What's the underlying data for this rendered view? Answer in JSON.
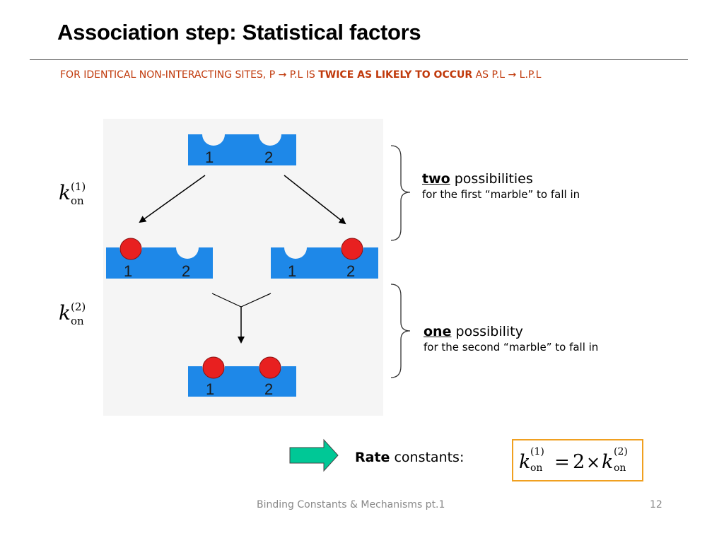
{
  "header": {
    "title": "Association step: Statistical factors",
    "subtitle_pre": "FOR IDENTICAL NON-INTERACTING SITES, P ",
    "subtitle_arrow1": "→",
    "subtitle_mid": " P.L IS ",
    "subtitle_emph": "TWICE AS LIKELY TO OCCUR",
    "subtitle_post": " AS P.L ",
    "subtitle_arrow2": "→",
    "subtitle_end": " L.P.L"
  },
  "diagram": {
    "site_label_1": "1",
    "site_label_2": "2",
    "colors": {
      "protein": "#1e88e8",
      "ligand": "#e82020",
      "arrow_box": "#00c896"
    }
  },
  "rate_labels": {
    "k1_symbol": "k",
    "k1_sup": "(1)",
    "k1_sub": "on",
    "k2_symbol": "k",
    "k2_sup": "(2)",
    "k2_sub": "on"
  },
  "notes": {
    "first_bold": "two",
    "first_rest": " possibilities",
    "first_detail": "for the first “marble” to fall in",
    "second_bold": "one",
    "second_rest": " possibility",
    "second_detail": "for the second “marble” to fall in"
  },
  "rate_constants": {
    "label_bold": "Rate",
    "label_rest": " constants:",
    "formula_k": "k",
    "formula_sup1": "(1)",
    "formula_sub": "on",
    "formula_eq": "=",
    "formula_factor": "2",
    "formula_times": "×",
    "formula_sup2": "(2)"
  },
  "footer": {
    "text": "Binding Constants & Mechanisms pt.1",
    "page": "12"
  }
}
